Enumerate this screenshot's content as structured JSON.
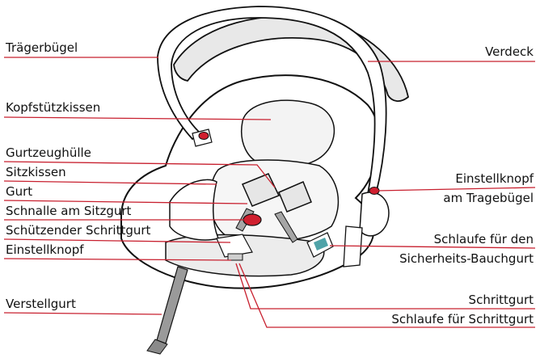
{
  "diagram": {
    "colors": {
      "leader": "#c8202f",
      "outline": "#111111",
      "shade": "#e8e8e8",
      "strap": "#9a9a9a",
      "knob": "#d01f2f",
      "loop_accent": "#4fa3a8"
    },
    "labels": {
      "traegerbuegel": "Trägerbügel",
      "kopfstuetzkissen": "Kopfstützkissen",
      "gurtzeughuelle": "Gurtzeughülle",
      "sitzkissen": "Sitzkissen",
      "gurt": "Gurt",
      "schnalle": "Schnalle am Sitzgurt",
      "schuetzender_schrittgurt": "Schützender Schrittgurt",
      "einstellknopf": "Einstellknopf",
      "verstellgurt": "Verstellgurt",
      "verdeck": "Verdeck",
      "einstellknopf_buegel_1": "Einstellknopf",
      "einstellknopf_buegel_2": "am Tragebügel",
      "schlaufe_bauchgurt_1": "Schlaufe für den",
      "schlaufe_bauchgurt_2": "Sicherheits-Bauchgurt",
      "schrittgurt": "Schrittgurt",
      "schlaufe_schrittgurt": "Schlaufe für Schrittgurt"
    }
  }
}
